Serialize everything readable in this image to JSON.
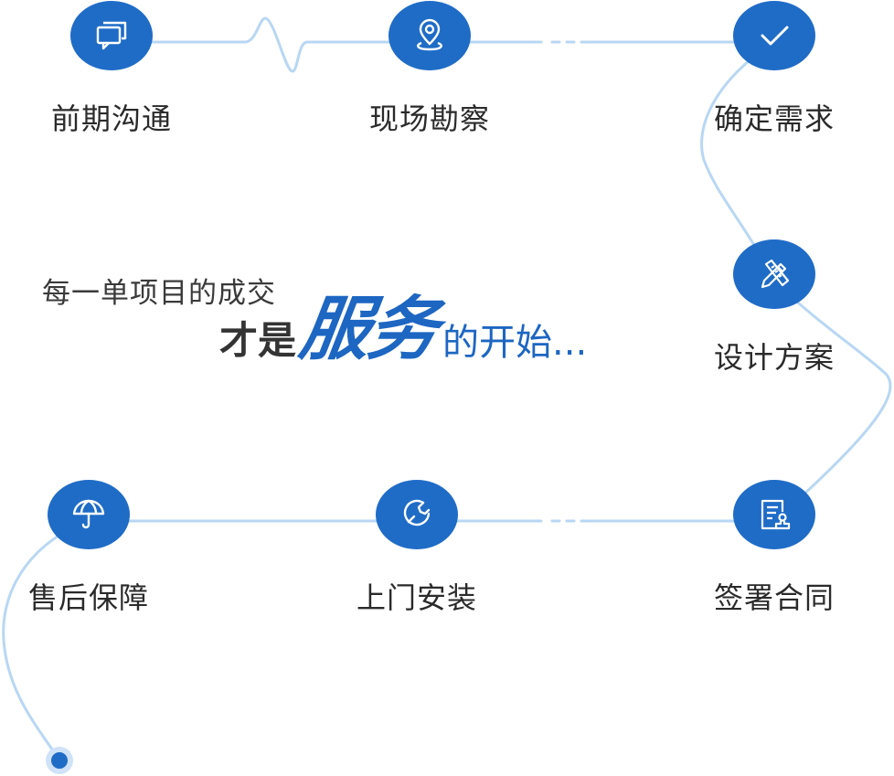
{
  "colors": {
    "accent": "#1f6cc7",
    "path_line": "#b8d7f3",
    "text": "#2a2a2a"
  },
  "tagline": {
    "line1": "每一单项目的成交",
    "prefix": "才是",
    "emphasis": "服务",
    "suffix": "的开始..."
  },
  "steps": [
    {
      "label": "前期沟通",
      "icon": "chat-icon"
    },
    {
      "label": "现场勘察",
      "icon": "location-pin-icon"
    },
    {
      "label": "确定需求",
      "icon": "checkmark-icon"
    },
    {
      "label": "设计方案",
      "icon": "pencil-ruler-icon"
    },
    {
      "label": "签署合同",
      "icon": "contract-stamp-icon"
    },
    {
      "label": "上门安装",
      "icon": "wrench-icon"
    },
    {
      "label": "售后保障",
      "icon": "umbrella-icon"
    }
  ]
}
